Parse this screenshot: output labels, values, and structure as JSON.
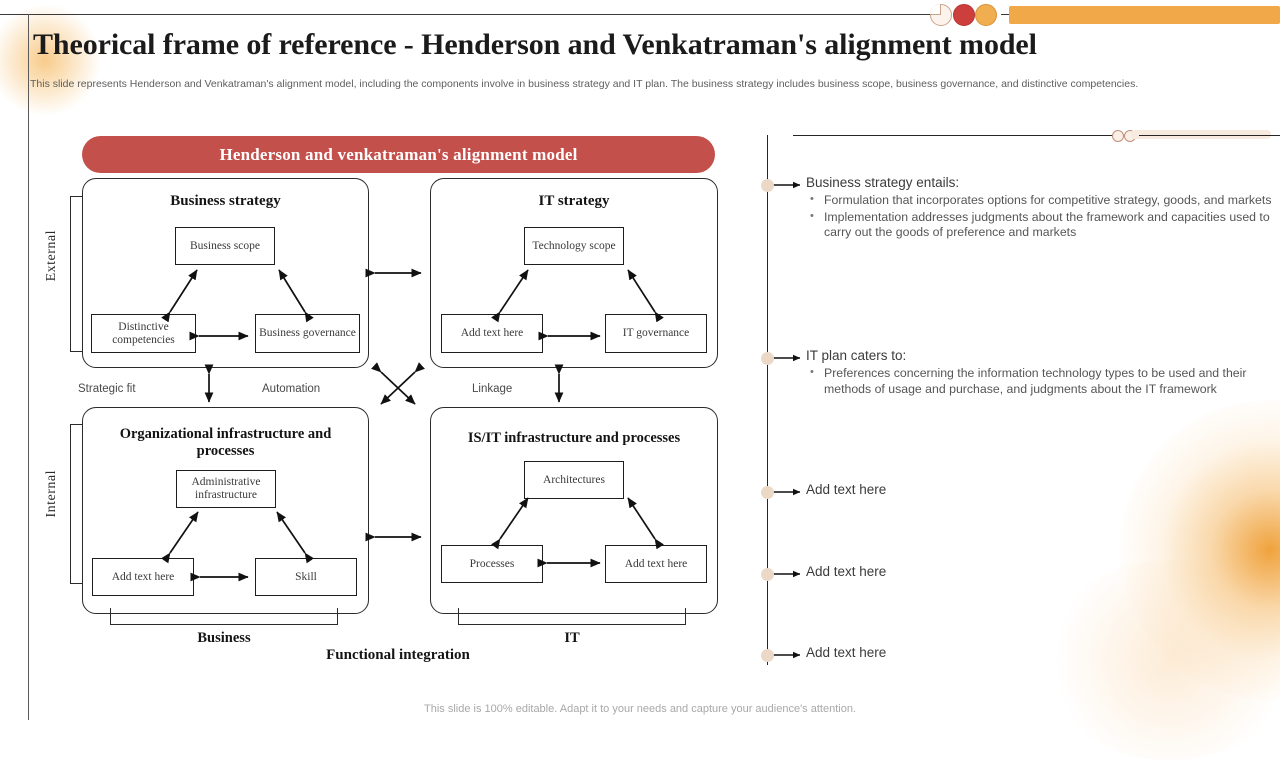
{
  "header": {
    "title": "Theorical frame of reference - Henderson and Venkatraman's alignment model",
    "subtitle": "This slide represents Henderson and Venkatraman's alignment model, including the components involve in business strategy and IT plan. The business strategy includes business scope, business governance, and distinctive competencies."
  },
  "banner": {
    "label": "Henderson and venkatraman's alignment model"
  },
  "colors": {
    "banner_red": "#c4504c",
    "accent_orange": "#f0a848",
    "dot_cream": "#ecd8c6",
    "bar_cream": "#f7eade",
    "ornament_red": "#cc3f3c"
  },
  "diagram": {
    "quadrants": [
      {
        "key": "business-strategy",
        "title": "Business strategy",
        "top_box": "Business scope",
        "left_box": "Distinctive competencies",
        "right_box": "Business governance"
      },
      {
        "key": "it-strategy",
        "title": "IT strategy",
        "top_box": "Technology scope",
        "left_box": "Add text here",
        "right_box": "IT governance"
      },
      {
        "key": "organizational-infrastructure",
        "title": "Organizational infrastructure and processes",
        "top_box": "Administrative infrastructure",
        "left_box": "Add text here",
        "right_box": "Skill"
      },
      {
        "key": "is-it-infrastructure",
        "title": "IS/IT infrastructure and processes",
        "top_box": "Architectures",
        "left_box": "Processes",
        "right_box": "Add text here"
      }
    ],
    "side_labels": {
      "external": "External",
      "internal": "Internal"
    },
    "mid_labels": {
      "strategic_fit": "Strategic fit",
      "automation": "Automation",
      "linkage": "Linkage"
    },
    "bottom_labels": {
      "business": "Business",
      "it": "IT",
      "functional_integration": "Functional integration"
    }
  },
  "right_panel": {
    "items": [
      {
        "heading": "Business strategy entails:",
        "subpoints": [
          "Formulation that incorporates options for competitive strategy, goods, and markets",
          "Implementation addresses judgments about the framework and capacities used to carry out the goods of preference and markets"
        ]
      },
      {
        "heading": "IT plan caters to:",
        "subpoints": [
          "Preferences concerning the information technology types to be used and their methods of usage and purchase, and judgments about the IT framework"
        ]
      },
      {
        "heading": "Add text here",
        "subpoints": []
      },
      {
        "heading": "Add text here",
        "subpoints": []
      },
      {
        "heading": "Add text here",
        "subpoints": []
      }
    ]
  },
  "footer": {
    "note": "This slide is 100% editable. Adapt it to your needs and capture your audience's attention."
  }
}
